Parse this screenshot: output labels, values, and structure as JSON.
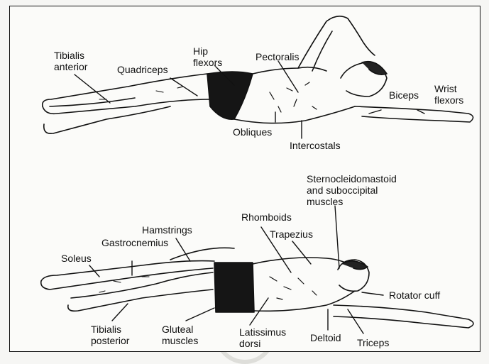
{
  "labels": {
    "tibialis_anterior": [
      "Tibialis",
      "anterior"
    ],
    "quadriceps": "Quadriceps",
    "hip_flexors": [
      "Hip",
      "flexors"
    ],
    "pectoralis": "Pectoralis",
    "biceps": "Biceps",
    "wrist_flexors": [
      "Wrist",
      "flexors"
    ],
    "obliques": "Obliques",
    "intercostals": "Intercostals",
    "sternocleidomastoid": [
      "Sternocleidomastoid",
      "and suboccipital",
      "muscles"
    ],
    "rhomboids": "Rhomboids",
    "hamstrings": "Hamstrings",
    "trapezius": "Trapezius",
    "gastrocnemius": "Gastrocnemius",
    "soleus": "Soleus",
    "rotator_cuff": "Rotator cuff",
    "tibialis_posterior": [
      "Tibialis",
      "posterior"
    ],
    "gluteal_muscles": [
      "Gluteal",
      "muscles"
    ],
    "latissimus_dorsi": [
      "Latissimus",
      "dorsi"
    ],
    "deltoid": "Deltoid",
    "triceps": "Triceps"
  }
}
